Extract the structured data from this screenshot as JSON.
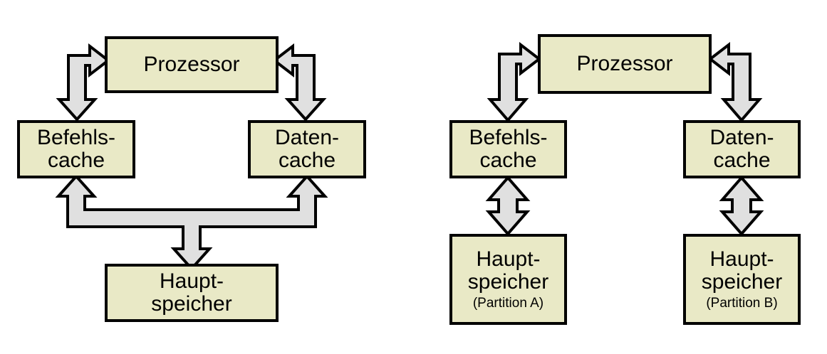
{
  "colors": {
    "box_fill": "#e9e9c6",
    "arrow_fill": "#e0e0e0",
    "stroke": "#000000",
    "background": "#ffffff",
    "text": "#000000"
  },
  "diagrams": [
    {
      "id": "harvard-shared-memory",
      "nodes": {
        "processor": {
          "label": "Prozessor"
        },
        "instruction_cache": {
          "line1": "Befehls-",
          "line2": "cache"
        },
        "data_cache": {
          "line1": "Daten-",
          "line2": "cache"
        },
        "main_memory": {
          "line1": "Haupt-",
          "line2": "speicher"
        }
      },
      "connections": [
        {
          "name": "processor-to-instruction-cache",
          "kind": "bent-double-arrow",
          "direction": "right-and-down"
        },
        {
          "name": "processor-to-data-cache",
          "kind": "bent-double-arrow",
          "direction": "left-and-down"
        },
        {
          "name": "caches-to-main-memory-bus",
          "kind": "tri-arrow-bus",
          "direction": "up-up-down"
        }
      ]
    },
    {
      "id": "harvard-partitioned-memory",
      "nodes": {
        "processor": {
          "label": "Prozessor"
        },
        "instruction_cache": {
          "line1": "Befehls-",
          "line2": "cache"
        },
        "data_cache": {
          "line1": "Daten-",
          "line2": "cache"
        },
        "main_memory_a": {
          "line1": "Haupt-",
          "line2": "speicher",
          "sub": "(Partition A)"
        },
        "main_memory_b": {
          "line1": "Haupt-",
          "line2": "speicher",
          "sub": "(Partition B)"
        }
      },
      "connections": [
        {
          "name": "processor-to-instruction-cache",
          "kind": "bent-double-arrow",
          "direction": "right-and-down"
        },
        {
          "name": "processor-to-data-cache",
          "kind": "bent-double-arrow",
          "direction": "left-and-down"
        },
        {
          "name": "instruction-cache-to-memory-a",
          "kind": "vertical-double-arrow",
          "direction": "up-down"
        },
        {
          "name": "data-cache-to-memory-b",
          "kind": "vertical-double-arrow",
          "direction": "up-down"
        }
      ]
    }
  ]
}
